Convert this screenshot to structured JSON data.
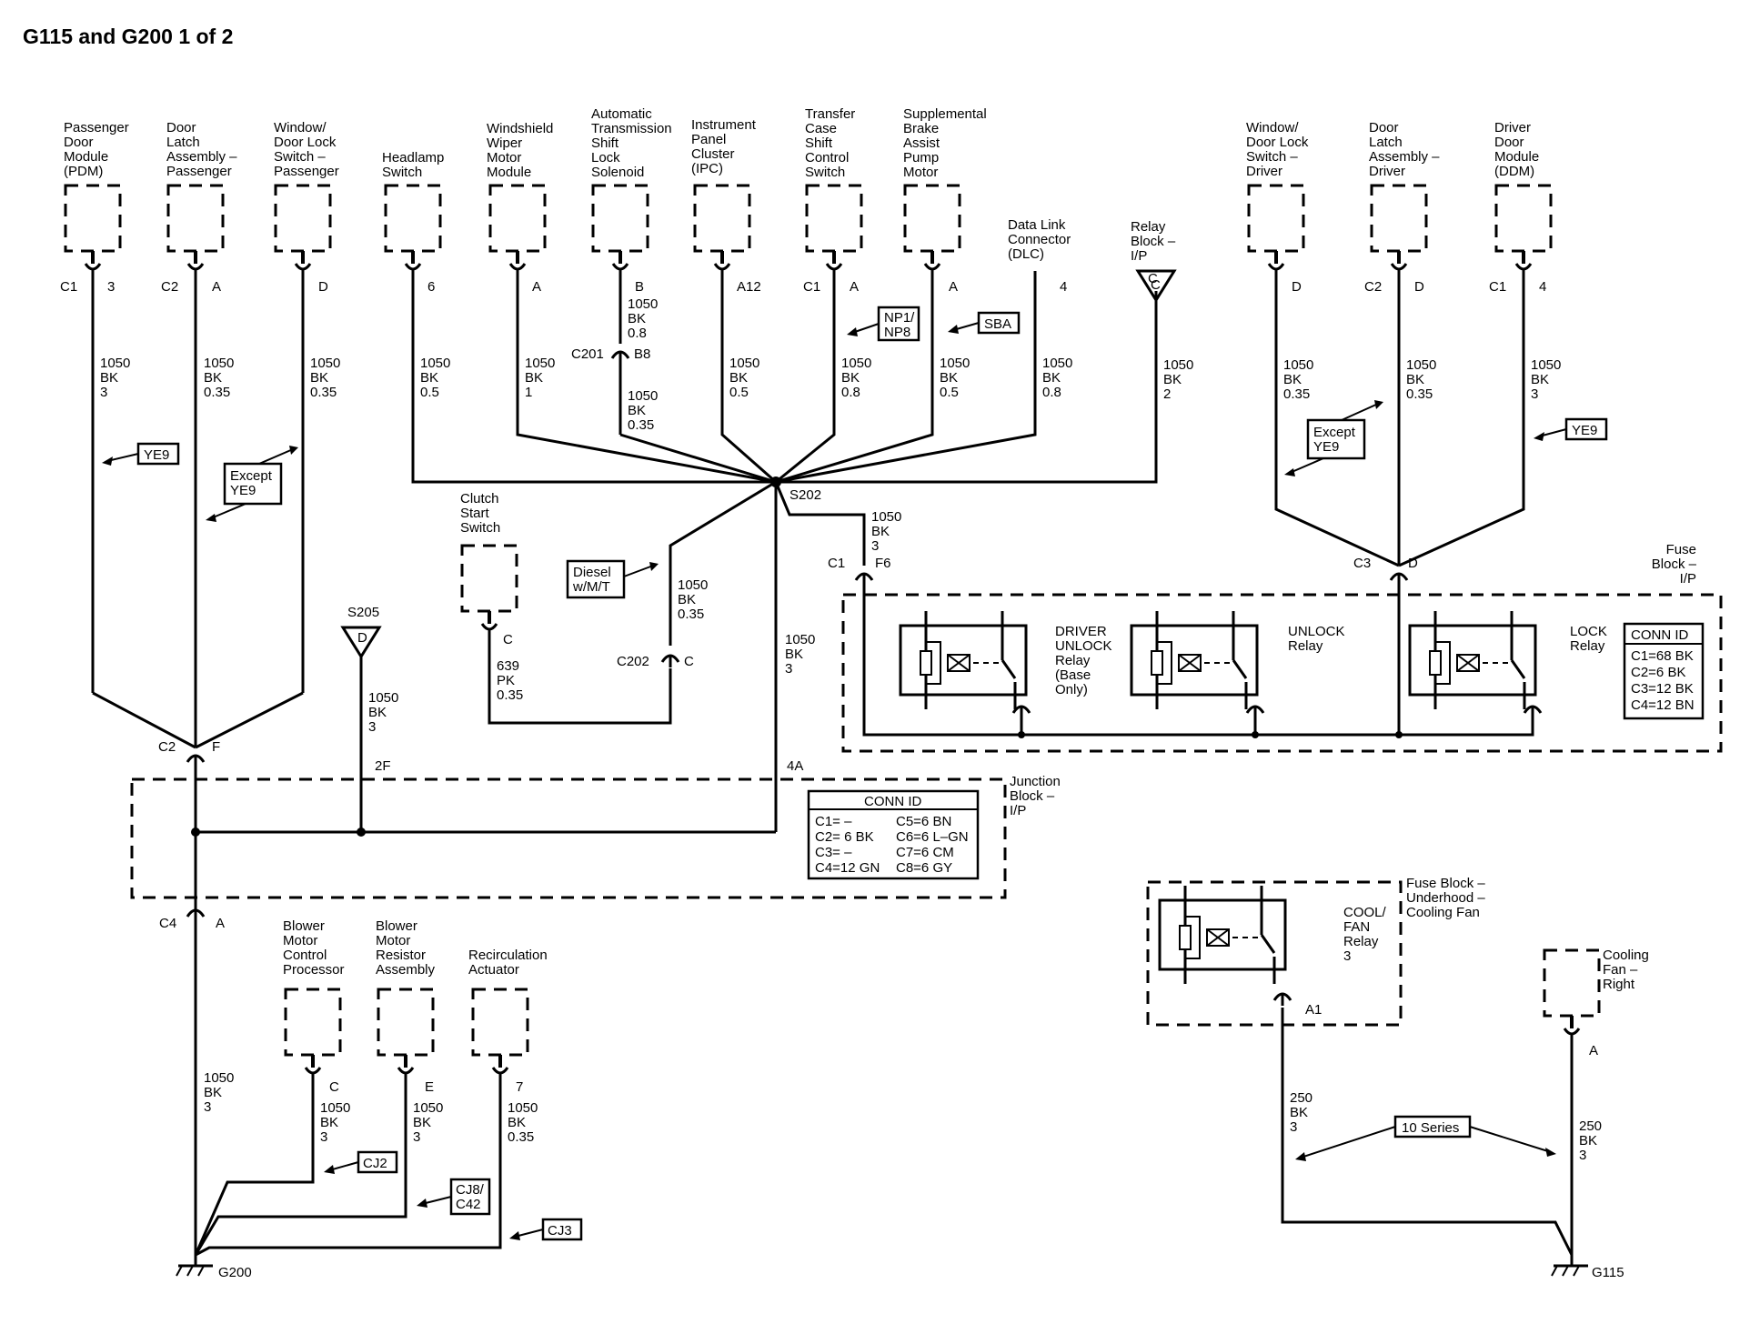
{
  "title": "G115 and G200 1 of 2",
  "components": [
    {
      "id": "pdm",
      "lines": [
        "Passenger",
        "Door",
        "Module",
        "(PDM)"
      ]
    },
    {
      "id": "dlap",
      "lines": [
        "Door",
        "Latch",
        "Assembly –",
        "Passenger"
      ]
    },
    {
      "id": "wdlp",
      "lines": [
        "Window/",
        "Door Lock",
        "Switch –",
        "Passenger"
      ]
    },
    {
      "id": "headlamp",
      "lines": [
        "Headlamp",
        "Switch"
      ]
    },
    {
      "id": "wiper",
      "lines": [
        "Windshield",
        "Wiper",
        "Motor",
        "Module"
      ]
    },
    {
      "id": "trans",
      "lines": [
        "Automatic",
        "Transmission",
        "Shift",
        "Lock",
        "Solenoid"
      ]
    },
    {
      "id": "ipc",
      "lines": [
        "Instrument",
        "Panel",
        "Cluster",
        "(IPC)"
      ]
    },
    {
      "id": "transfer",
      "lines": [
        "Transfer",
        "Case",
        "Shift",
        "Control",
        "Switch"
      ]
    },
    {
      "id": "brake",
      "lines": [
        "Supplemental",
        "Brake",
        "Assist",
        "Pump",
        "Motor"
      ]
    },
    {
      "id": "dlc",
      "lines": [
        "Data Link",
        "Connector",
        "(DLC)"
      ]
    },
    {
      "id": "relayblk",
      "lines": [
        "Relay",
        "Block –",
        "I/P"
      ]
    },
    {
      "id": "wdld",
      "lines": [
        "Window/",
        "Door Lock",
        "Switch –",
        "Driver"
      ]
    },
    {
      "id": "dlad",
      "lines": [
        "Door",
        "Latch",
        "Assembly –",
        "Driver"
      ]
    },
    {
      "id": "ddm",
      "lines": [
        "Driver",
        "Door",
        "Module",
        "(DDM)"
      ]
    },
    {
      "id": "clutch",
      "lines": [
        "Clutch",
        "Start",
        "Switch"
      ]
    },
    {
      "id": "fuseip",
      "lines": [
        "Fuse",
        "Block –",
        "I/P"
      ]
    },
    {
      "id": "jb",
      "lines": [
        "Junction",
        "Block –",
        "I/P"
      ]
    },
    {
      "id": "bmcp",
      "lines": [
        "Blower",
        "Motor",
        "Control",
        "Processor"
      ]
    },
    {
      "id": "bmra",
      "lines": [
        "Blower",
        "Motor",
        "Resistor",
        "Assembly"
      ]
    },
    {
      "id": "recirc",
      "lines": [
        "Recirculation",
        "Actuator"
      ]
    },
    {
      "id": "fuseuh",
      "lines": [
        "Fuse Block –",
        "Underhood –",
        "Cooling Fan"
      ]
    },
    {
      "id": "coolfan",
      "lines": [
        "Cooling",
        "Fan –",
        "Right"
      ]
    },
    {
      "id": "drvunlock",
      "lines": [
        "DRIVER",
        "UNLOCK",
        "Relay",
        "(Base",
        "Only)"
      ]
    },
    {
      "id": "unlock",
      "lines": [
        "UNLOCK",
        "Relay"
      ]
    },
    {
      "id": "lock",
      "lines": [
        "LOCK",
        "Relay"
      ]
    },
    {
      "id": "coolrelay",
      "lines": [
        "COOL/",
        "FAN",
        "Relay",
        "3"
      ]
    }
  ],
  "connectors": [
    {
      "id": "c1",
      "text": "C1"
    },
    {
      "id": "c3",
      "text": "3"
    },
    {
      "id": "c2",
      "text": "C2"
    },
    {
      "id": "cA1",
      "text": "A"
    },
    {
      "id": "cD1",
      "text": "D"
    },
    {
      "id": "c6",
      "text": "6"
    },
    {
      "id": "cA2",
      "text": "A"
    },
    {
      "id": "cB",
      "text": "B"
    },
    {
      "id": "cA12",
      "text": "A12"
    },
    {
      "id": "cC1b",
      "text": "C1"
    },
    {
      "id": "cA3",
      "text": "A"
    },
    {
      "id": "cA4",
      "text": "A"
    },
    {
      "id": "c4",
      "text": "4"
    },
    {
      "id": "cCrb",
      "text": "C"
    },
    {
      "id": "cD2",
      "text": "D"
    },
    {
      "id": "cC2b",
      "text": "C2"
    },
    {
      "id": "cD3",
      "text": "D"
    },
    {
      "id": "cC1c",
      "text": "C1"
    },
    {
      "id": "c4b",
      "text": "4"
    },
    {
      "id": "c201",
      "text": "C201"
    },
    {
      "id": "cB8",
      "text": "B8"
    },
    {
      "id": "s202",
      "text": "S202"
    },
    {
      "id": "cC1f",
      "text": "C1"
    },
    {
      "id": "cF6",
      "text": "F6"
    },
    {
      "id": "cC3f",
      "text": "C3"
    },
    {
      "id": "cDf",
      "text": "D"
    },
    {
      "id": "cCcl",
      "text": "C"
    },
    {
      "id": "c202",
      "text": "C202"
    },
    {
      "id": "cC202",
      "text": "C"
    },
    {
      "id": "s205",
      "text": "S205"
    },
    {
      "id": "s205D",
      "text": "D"
    },
    {
      "id": "cC2j",
      "text": "C2"
    },
    {
      "id": "cF",
      "text": "F"
    },
    {
      "id": "c2F",
      "text": "2F"
    },
    {
      "id": "c4A",
      "text": "4A"
    },
    {
      "id": "cC4",
      "text": "C4"
    },
    {
      "id": "cAj",
      "text": "A"
    },
    {
      "id": "cCbm",
      "text": "C"
    },
    {
      "id": "cEbm",
      "text": "E"
    },
    {
      "id": "c7",
      "text": "7"
    },
    {
      "id": "cA1uh",
      "text": "A1"
    },
    {
      "id": "cAcf",
      "text": "A"
    },
    {
      "id": "g200",
      "text": "G200"
    },
    {
      "id": "g115",
      "text": "G115"
    }
  ],
  "wires": [
    {
      "id": "w_pdm",
      "lines": [
        "1050",
        "BK",
        "3"
      ]
    },
    {
      "id": "w_dlap",
      "lines": [
        "1050",
        "BK",
        "0.35"
      ]
    },
    {
      "id": "w_wdlp",
      "lines": [
        "1050",
        "BK",
        "0.35"
      ]
    },
    {
      "id": "w_head",
      "lines": [
        "1050",
        "BK",
        "0.5"
      ]
    },
    {
      "id": "w_wiper",
      "lines": [
        "1050",
        "BK",
        "1"
      ]
    },
    {
      "id": "w_trans1",
      "lines": [
        "1050",
        "BK",
        "0.8"
      ]
    },
    {
      "id": "w_trans2",
      "lines": [
        "1050",
        "BK",
        "0.35"
      ]
    },
    {
      "id": "w_ipc",
      "lines": [
        "1050",
        "BK",
        "0.5"
      ]
    },
    {
      "id": "w_transfer",
      "lines": [
        "1050",
        "BK",
        "0.8"
      ]
    },
    {
      "id": "w_brake",
      "lines": [
        "1050",
        "BK",
        "0.5"
      ]
    },
    {
      "id": "w_dlc",
      "lines": [
        "1050",
        "BK",
        "0.8"
      ]
    },
    {
      "id": "w_relay",
      "lines": [
        "1050",
        "BK",
        "2"
      ]
    },
    {
      "id": "w_wdld",
      "lines": [
        "1050",
        "BK",
        "0.35"
      ]
    },
    {
      "id": "w_dlad",
      "lines": [
        "1050",
        "BK",
        "0.35"
      ]
    },
    {
      "id": "w_ddm",
      "lines": [
        "1050",
        "BK",
        "3"
      ]
    },
    {
      "id": "w_f6",
      "lines": [
        "1050",
        "BK",
        "3"
      ]
    },
    {
      "id": "w_diesel",
      "lines": [
        "1050",
        "BK",
        "0.35"
      ]
    },
    {
      "id": "w_clutch",
      "lines": [
        "639",
        "PK",
        "0.35"
      ]
    },
    {
      "id": "w_s202",
      "lines": [
        "1050",
        "BK",
        "3"
      ]
    },
    {
      "id": "w_s205",
      "lines": [
        "1050",
        "BK",
        "3"
      ]
    },
    {
      "id": "w_c4",
      "lines": [
        "1050",
        "BK",
        "3"
      ]
    },
    {
      "id": "w_bmcp",
      "lines": [
        "1050",
        "BK",
        "3"
      ]
    },
    {
      "id": "w_bmra",
      "lines": [
        "1050",
        "BK",
        "3"
      ]
    },
    {
      "id": "w_recirc",
      "lines": [
        "1050",
        "BK",
        "0.35"
      ]
    },
    {
      "id": "w_uh",
      "lines": [
        "250",
        "BK",
        "3"
      ]
    },
    {
      "id": "w_cf",
      "lines": [
        "250",
        "BK",
        "3"
      ]
    }
  ],
  "option_tags": [
    {
      "id": "tag_ye9_l",
      "lines": [
        "YE9"
      ]
    },
    {
      "id": "tag_exc_l",
      "lines": [
        "Except",
        "YE9"
      ]
    },
    {
      "id": "tag_np",
      "lines": [
        "NP1/",
        "NP8"
      ]
    },
    {
      "id": "tag_sba",
      "lines": [
        "SBA"
      ]
    },
    {
      "id": "tag_exc_r",
      "lines": [
        "Except",
        "YE9"
      ]
    },
    {
      "id": "tag_ye9_r",
      "lines": [
        "YE9"
      ]
    },
    {
      "id": "tag_diesel",
      "lines": [
        "Diesel",
        "w/M/T"
      ]
    },
    {
      "id": "tag_cj2",
      "lines": [
        "CJ2"
      ]
    },
    {
      "id": "tag_cj8",
      "lines": [
        "CJ8/",
        "C42"
      ]
    },
    {
      "id": "tag_cj3",
      "lines": [
        "CJ3"
      ]
    },
    {
      "id": "tag_10",
      "lines": [
        "10 Series"
      ]
    }
  ],
  "conn_id_fuse": {
    "header": "CONN ID",
    "rows": [
      "C1=68 BK",
      "C2=6 BK",
      "C3=12 BK",
      "C4=12 BN"
    ]
  },
  "conn_id_junction": {
    "header": "CONN ID",
    "rows": [
      "C1= –",
      "C2= 6 BK",
      "C3= –",
      "C4=12 GN"
    ],
    "rows2": [
      "C5=6 BN",
      "C6=6 L–GN",
      "C7=6 CM",
      "C8=6 GY"
    ]
  }
}
